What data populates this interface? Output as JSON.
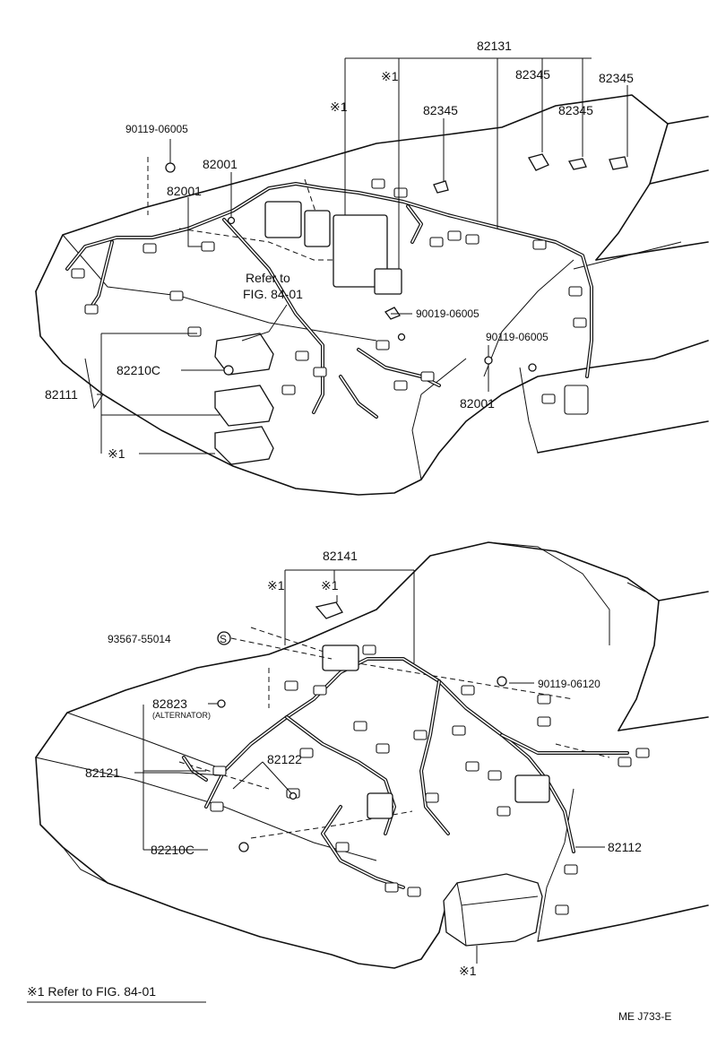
{
  "top": {
    "labels": {
      "p82131": "82131",
      "mark1_a": "※1",
      "mark1_b": "※1",
      "p82345_a": "82345",
      "p82345_b": "82345",
      "p82345_c": "82345",
      "p82345_d": "82345",
      "p90119_06005_a": "90119-06005",
      "p82001_a": "82001",
      "p82001_b": "82001",
      "refer_line1": "Refer to",
      "refer_line2": "FIG. 84-01",
      "p90019_06005": "90019-06005",
      "p90119_06005_b": "90119-06005",
      "p82210c": "82210C",
      "p82111": "82111",
      "p82001_c": "82001",
      "mark1_c": "※1"
    }
  },
  "bottom": {
    "labels": {
      "p82141": "82141",
      "mark1_d": "※1",
      "mark1_e": "※1",
      "p93567_55014": "93567-55014",
      "s_symbol": "S",
      "p90119_06120": "90119-06120",
      "p82823": "82823",
      "alternator": "(ALTERNATOR)",
      "p82121": "82121",
      "p82122": "82122",
      "p82210c": "82210C",
      "p82112": "82112",
      "mark1_f": "※1"
    }
  },
  "footnote": "※1 Refer to FIG. 84-01",
  "code": "ME J733-E"
}
